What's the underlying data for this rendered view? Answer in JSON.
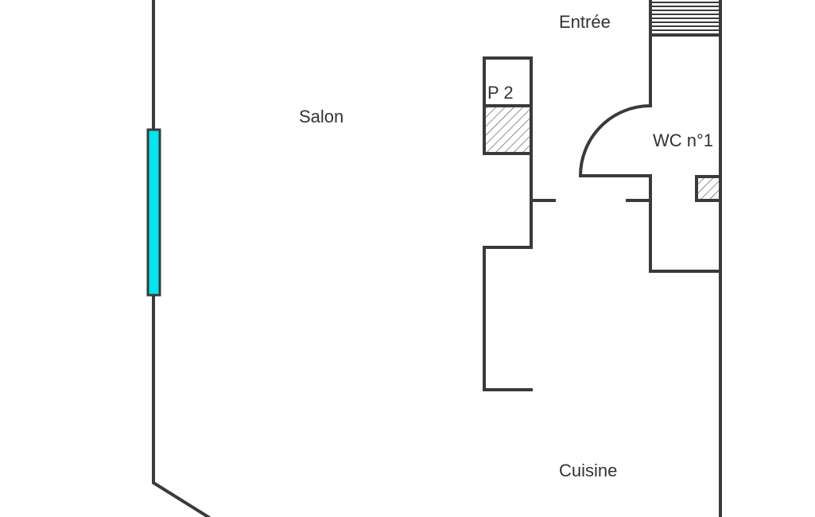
{
  "rooms": {
    "entree": "Entrée",
    "salon": "Salon",
    "p2": "P 2",
    "wc": "WC n°1",
    "cuisine": "Cuisine"
  },
  "colors": {
    "wall": "#3a3a3a",
    "window": "#00e5ee"
  }
}
